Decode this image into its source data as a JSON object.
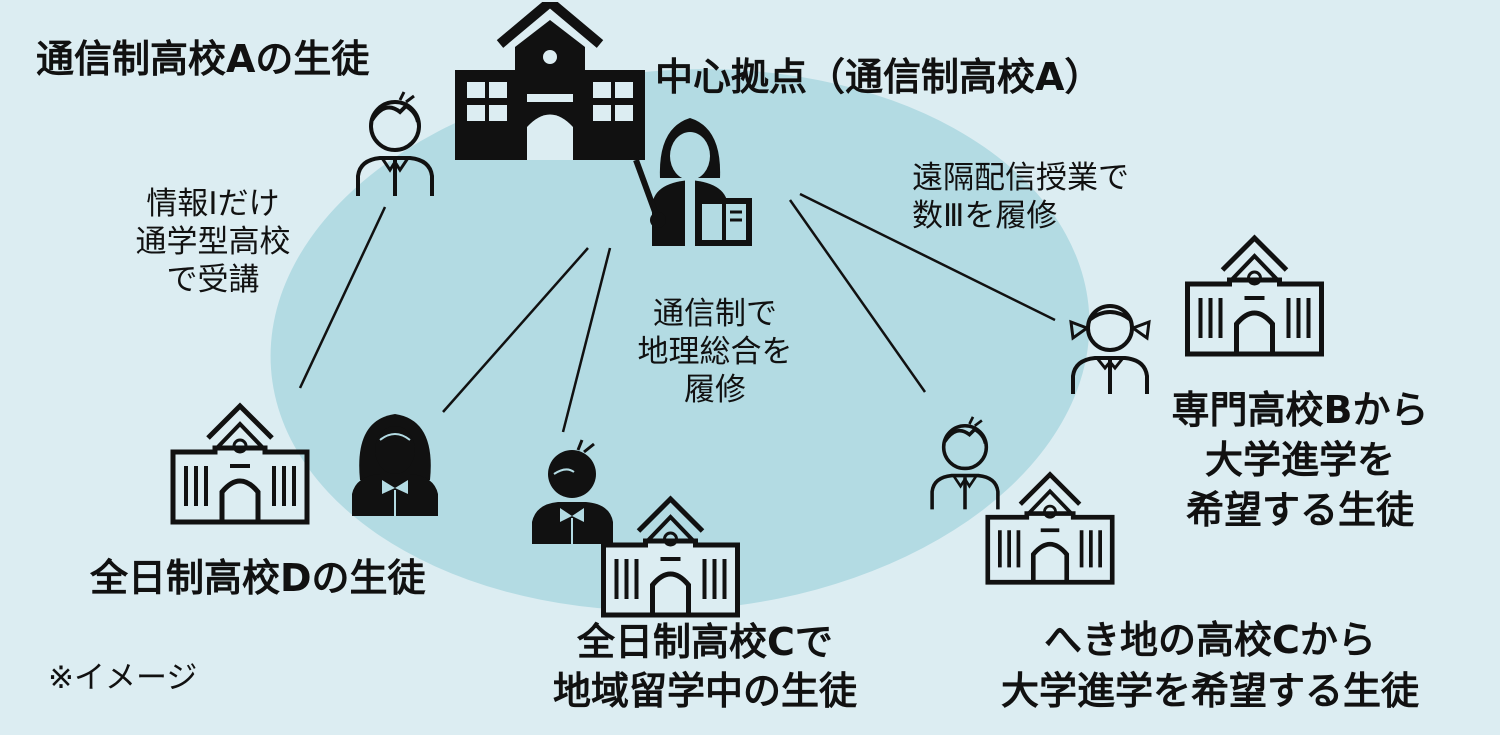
{
  "diagram": {
    "title_hub": "中心拠点（通信制高校A）",
    "colors": {
      "background": "#dcedf2",
      "ellipse": "#b3dbe3",
      "ink": "#111111"
    },
    "nodes": {
      "student_a": {
        "label": "通信制高校Aの生徒",
        "icon": "student-boy-outline-icon"
      },
      "hub": {
        "label": "中心拠点（通信制高校A）",
        "icons": [
          "school-building-solid-icon",
          "teacher-with-pointer-and-book-icon"
        ]
      },
      "school_b": {
        "lines": [
          "専門高校Bから",
          "大学進学を",
          "希望する生徒"
        ],
        "icons": [
          "school-building-outline-icon",
          "student-girl-outline-icon"
        ]
      },
      "school_c_remote": {
        "lines": [
          "へき地の高校Cから",
          "大学進学を希望する生徒"
        ],
        "icons": [
          "student-boy-outline-icon",
          "school-building-outline-icon"
        ]
      },
      "school_c_fulltime": {
        "lines": [
          "全日制高校Cで",
          "地域留学中の生徒"
        ],
        "icons": [
          "student-boy-solid-icon",
          "school-building-outline-icon"
        ]
      },
      "school_d": {
        "label": "全日制高校Dの生徒",
        "icons": [
          "school-building-outline-icon",
          "student-girl-solid-icon"
        ]
      }
    },
    "annotations": {
      "info1": [
        "情報Ⅰだけ",
        "通学型高校",
        "で受講"
      ],
      "remote_math": [
        "遠隔配信授業で",
        "数Ⅲを履修"
      ],
      "correspondence_geo": [
        "通信制で",
        "地理総合を",
        "履修"
      ]
    },
    "note": "※イメージ"
  }
}
